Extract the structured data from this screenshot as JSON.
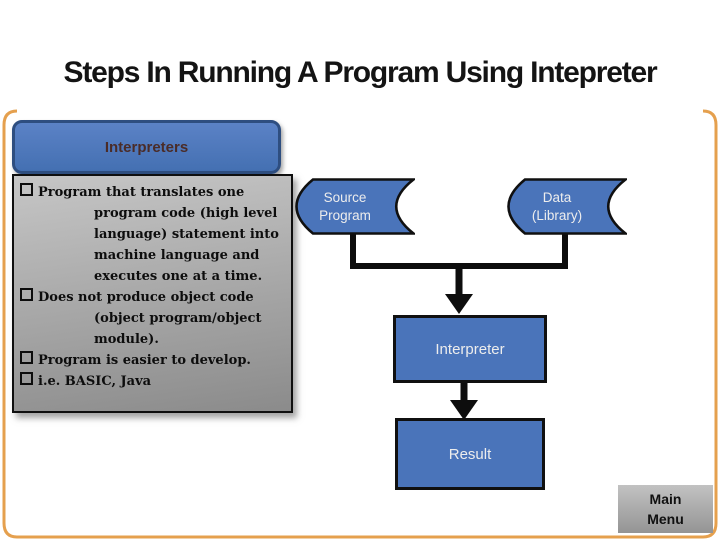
{
  "title": "Steps In Running A Program Using Intepreter",
  "panel": {
    "heading": "Interpreters",
    "bullets": [
      "Program that translates one program code (high level language) statement into machine language and executes one at a time.",
      "Does not produce object code (object program/object module).",
      "Program is easier to develop.",
      "i.e. BASIC, Java"
    ]
  },
  "flow": {
    "source_lines": [
      "Source",
      "Program"
    ],
    "data_lines": [
      "Data",
      "(Library)"
    ],
    "interpreter": "Interpreter",
    "result": "Result"
  },
  "nav": {
    "main_menu_lines": [
      "Main",
      "Menu"
    ]
  },
  "colors": {
    "shape_blue": "#4a74ba",
    "rounded_box_border": "#2e4e80",
    "frame_tan": "#e5a04e",
    "heading_maroon": "#4a2c28",
    "panel_gray_top": "#c6c6c6",
    "panel_gray_bottom": "#8b8b8b",
    "connector_black": "#0d0d0d",
    "shape_text": "#ededed"
  }
}
